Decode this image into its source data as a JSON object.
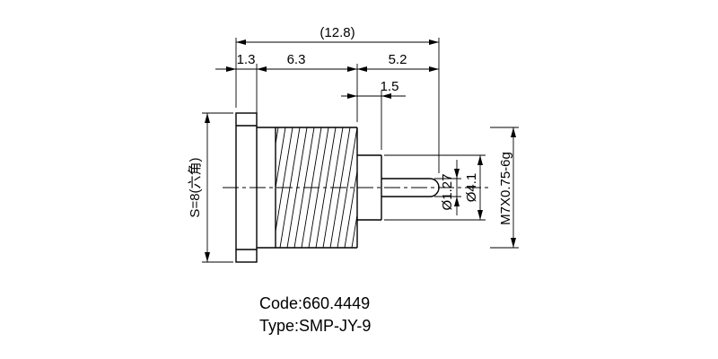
{
  "drawing": {
    "dims": {
      "overall": "(12.8)",
      "flange_width": "1.3",
      "thread_length": "6.3",
      "front_length": "5.2",
      "step_length": "1.5",
      "pin_diameter": "Ø1.27",
      "shaft_diameter": "Ø4.1",
      "thread_spec": "M7X0.75-6g",
      "hex_size": "S=8(六角)"
    },
    "title_block": {
      "code": "Code:660.4449",
      "type": "Type:SMP-JY-9"
    },
    "colors": {
      "ink": "#000000",
      "paper": "#ffffff"
    }
  }
}
